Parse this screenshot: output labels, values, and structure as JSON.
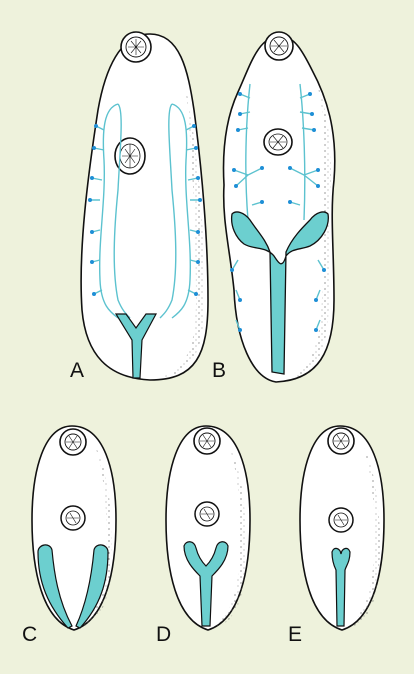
{
  "colors": {
    "background": "#eef2dc",
    "body_fill": "#ffffff",
    "outline": "#111111",
    "excretory_vessel": "#5cc2cf",
    "flame_cell": "#1e8fd6",
    "bladder_fill": "#6ccfcf"
  },
  "figure": {
    "panels": [
      {
        "id": "A",
        "label": "A",
        "icon": "flatworm-larva-icon"
      },
      {
        "id": "B",
        "label": "B",
        "icon": "flatworm-larva-icon"
      },
      {
        "id": "C",
        "label": "C",
        "icon": "flatworm-larva-icon"
      },
      {
        "id": "D",
        "label": "D",
        "icon": "flatworm-larva-icon"
      },
      {
        "id": "E",
        "label": "E",
        "icon": "flatworm-larva-icon"
      }
    ]
  }
}
